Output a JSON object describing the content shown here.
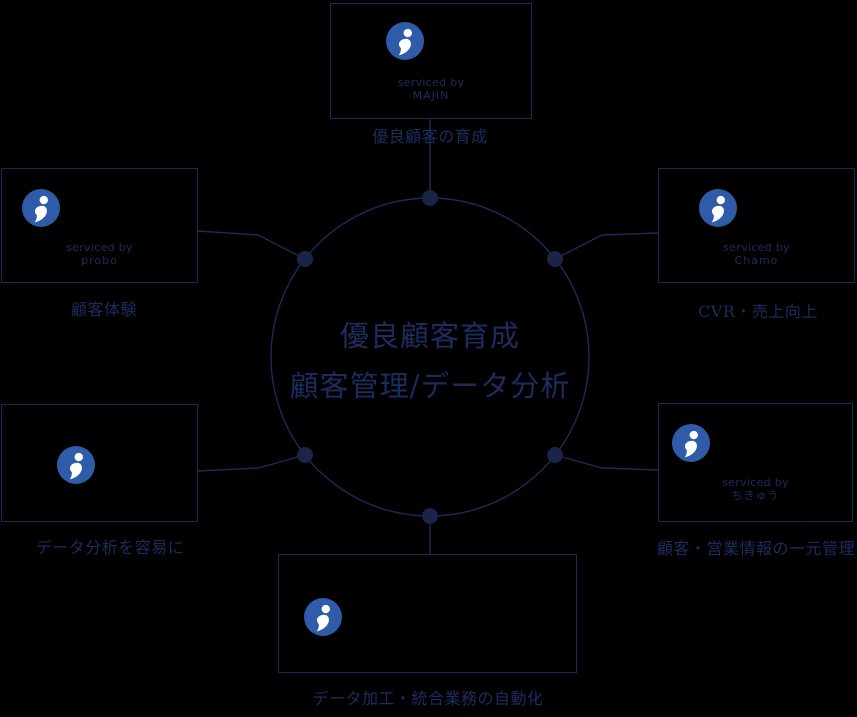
{
  "diagram": {
    "center": {
      "line1": "優良顧客育成",
      "line2": "顧客管理/データ分析"
    },
    "nodes": [
      {
        "position": "top",
        "serviced_by": "serviced by",
        "brand": "MAJIN",
        "label": "優良顧客の育成",
        "icon": "person-comma-logo-icon"
      },
      {
        "position": "left-top",
        "serviced_by": "serviced by",
        "brand": "probo",
        "label": "顧客体験",
        "icon": "person-comma-logo-icon"
      },
      {
        "position": "right-top",
        "serviced_by": "serviced by",
        "brand": "Chamo",
        "label": "CVR・売上向上",
        "icon": "person-comma-logo-icon"
      },
      {
        "position": "left-bottom",
        "serviced_by": "",
        "brand": "",
        "label": "データ分析を容易に",
        "icon": "person-comma-logo-icon"
      },
      {
        "position": "right-bottom",
        "serviced_by": "serviced by",
        "brand": "ちきゅう",
        "label": "顧客・営業情報の一元管理",
        "icon": "person-comma-logo-icon"
      },
      {
        "position": "bottom",
        "serviced_by": "",
        "brand": "",
        "label": "データ加工・統合業務の自動化",
        "icon": "person-comma-logo-icon"
      }
    ],
    "colors": {
      "background": "#000000",
      "line_navy": "#1b2a58",
      "text_navy": "#1d2c5e",
      "dot_navy": "#1a2446",
      "logo_blue": "#2e5ca8",
      "logo_glyph": "#ffffff"
    }
  }
}
